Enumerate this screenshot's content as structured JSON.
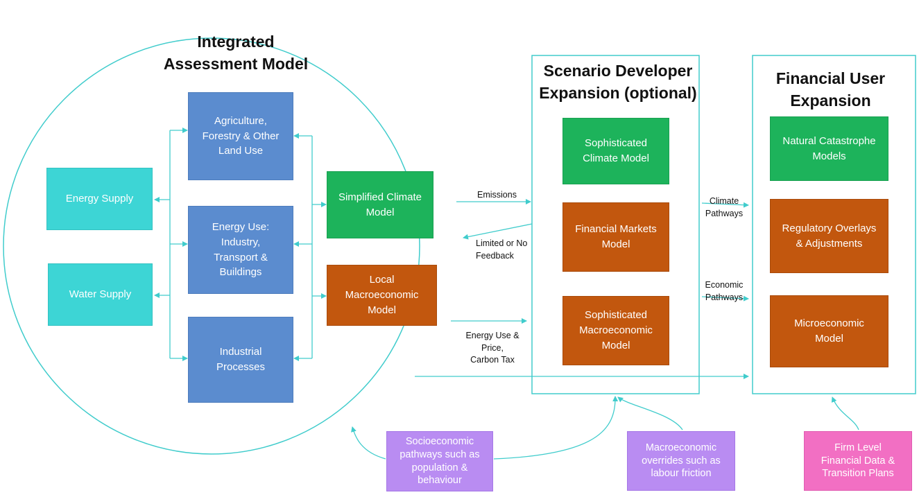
{
  "iam": {
    "title": "Integrated\nAssessment Model",
    "agriculture": "Agriculture,\nForestry & Other\nLand Use",
    "energy_use": "Energy Use:\nIndustry,\nTransport &\nBuildings",
    "industrial": "Industrial\nProcesses",
    "energy_supply": "Energy Supply",
    "water_supply": "Water Supply",
    "simplified_climate": "Simplified Climate\nModel",
    "local_macro": "Local\nMacroeconomic\nModel"
  },
  "scenario": {
    "title": "Scenario Developer\nExpansion (optional)",
    "climate": "Sophisticated\nClimate Model",
    "financial_markets": "Financial Markets\nModel",
    "macro": "Sophisticated\nMacroeconomic\nModel"
  },
  "financial": {
    "title": "Financial User\nExpansion",
    "natcat": "Natural Catastrophe\nModels",
    "regulatory": "Regulatory Overlays\n& Adjustments",
    "micro": "Microeconomic\nModel"
  },
  "labels": {
    "emissions": "Emissions",
    "feedback": "Limited or No\nFeedback",
    "energy_price": "Energy Use &\nPrice,\nCarbon Tax",
    "climate_pathways": "Climate\nPathways",
    "economic_pathways": "Economic\nPathways"
  },
  "inputs": {
    "socioeconomic": "Socioeconomic\npathways such as\npopulation &\nbehaviour",
    "macro_overrides": "Macroeconomic\noverrides such as\nlabour friction",
    "firm_level": "Firm Level\nFinancial Data &\nTransition Plans"
  },
  "colors": {
    "arrow": "#40cccc",
    "blue": "#5b8ccf",
    "cyan": "#3dd5d5",
    "green": "#1db35b",
    "orange": "#c2570e",
    "purple": "#b98cf2",
    "pink": "#f26fc3"
  }
}
